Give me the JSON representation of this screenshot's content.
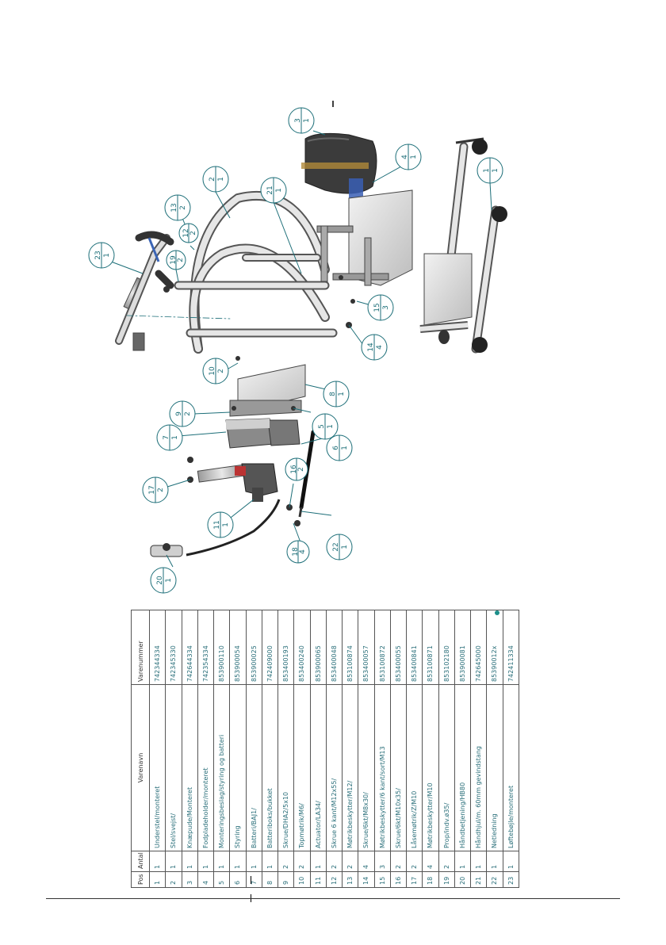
{
  "colors": {
    "accent": "#1c8f8a",
    "balloon_stroke": "#1c6e78",
    "table_text": "#2a6f7a"
  },
  "table": {
    "headers": {
      "pos": "Pos",
      "qty": "Antal",
      "name": "Varenavn",
      "number": "Varenummer"
    },
    "rows": [
      {
        "pos": "1",
        "qty": "1",
        "name": "Understel/monteret",
        "number": "742344334"
      },
      {
        "pos": "2",
        "qty": "1",
        "name": "Stel/svejst/",
        "number": "742345330"
      },
      {
        "pos": "3",
        "qty": "1",
        "name": "Knæpude/Monteret",
        "number": "742644334"
      },
      {
        "pos": "4",
        "qty": "1",
        "name": "Fodpladeholder/monteret",
        "number": "742354334"
      },
      {
        "pos": "5",
        "qty": "1",
        "name": "Monteringsbeslag/styring og batteri",
        "number": "853900110"
      },
      {
        "pos": "6",
        "qty": "1",
        "name": "Styring",
        "number": "853900054"
      },
      {
        "pos": "7",
        "qty": "1",
        "name": "Batteri/BAJ1/",
        "number": "853900025"
      },
      {
        "pos": "8",
        "qty": "1",
        "name": "Batteriboks/bukket",
        "number": "742409000"
      },
      {
        "pos": "9",
        "qty": "2",
        "name": "Skrue/DHA2/5x10",
        "number": "853400193"
      },
      {
        "pos": "10",
        "qty": "2",
        "name": "Topmøtrik/M6/",
        "number": "853400240"
      },
      {
        "pos": "11",
        "qty": "1",
        "name": "Actuator/LA34/",
        "number": "853900065"
      },
      {
        "pos": "12",
        "qty": "2",
        "name": "Skrue 6 kant/M12x55/",
        "number": "853400048"
      },
      {
        "pos": "13",
        "qty": "2",
        "name": "Møtrikbeskytter/M12/",
        "number": "853100874"
      },
      {
        "pos": "14",
        "qty": "4",
        "name": "Skrue/6kt/M8x30/",
        "number": "853400057"
      },
      {
        "pos": "15",
        "qty": "3",
        "name": "Møtrikbeskytter/6 kant/sort/M13",
        "number": "853100872"
      },
      {
        "pos": "16",
        "qty": "2",
        "name": "Skrue/6kt/M10x35/",
        "number": "853400055"
      },
      {
        "pos": "17",
        "qty": "2",
        "name": "Låsemøtrik/Z/M10",
        "number": "853400841"
      },
      {
        "pos": "18",
        "qty": "4",
        "name": "Møtrikbeskytter/M10",
        "number": "853100871"
      },
      {
        "pos": "19",
        "qty": "2",
        "name": "Prop/indv.ø35/",
        "number": "853102180"
      },
      {
        "pos": "20",
        "qty": "1",
        "name": "Håndbetjening/HB80",
        "number": "853900081"
      },
      {
        "pos": "21",
        "qty": "1",
        "name": "Håndhjul/m. 60mm gevindstang",
        "number": "742645000"
      },
      {
        "pos": "22",
        "qty": "1",
        "name": "Netledning",
        "number": "85390012x"
      },
      {
        "pos": "23",
        "qty": "1",
        "name": "Løftebøjle/monteret",
        "number": "742411334"
      }
    ]
  },
  "balloons": [
    {
      "n": "23",
      "q": "1"
    },
    {
      "n": "13",
      "q": "2"
    },
    {
      "n": "2",
      "q": "1"
    },
    {
      "n": "3",
      "q": "1"
    },
    {
      "n": "12",
      "q": "2"
    },
    {
      "n": "19",
      "q": "2"
    },
    {
      "n": "21",
      "q": "1"
    },
    {
      "n": "4",
      "q": "1"
    },
    {
      "n": "1",
      "q": "1"
    },
    {
      "n": "15",
      "q": "3"
    },
    {
      "n": "14",
      "q": "4"
    },
    {
      "n": "10",
      "q": "2"
    },
    {
      "n": "9",
      "q": "2"
    },
    {
      "n": "8",
      "q": "1"
    },
    {
      "n": "7",
      "q": "1"
    },
    {
      "n": "5",
      "q": "1"
    },
    {
      "n": "17",
      "q": "2"
    },
    {
      "n": "16",
      "q": "2"
    },
    {
      "n": "6",
      "q": "1"
    },
    {
      "n": "11",
      "q": "1"
    },
    {
      "n": "22",
      "q": "1"
    },
    {
      "n": "18",
      "q": "4"
    },
    {
      "n": "20",
      "q": "1"
    }
  ]
}
